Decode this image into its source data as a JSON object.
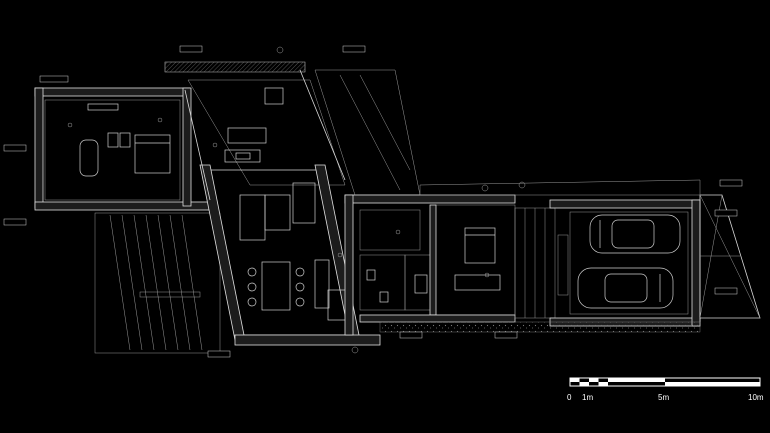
{
  "scale_bar": {
    "labels": [
      "0",
      "1m",
      "5m",
      "10m"
    ],
    "values_m": [
      0,
      1,
      5,
      10
    ]
  },
  "colors": {
    "background": "#000000",
    "lines": "#d8d8d8"
  }
}
